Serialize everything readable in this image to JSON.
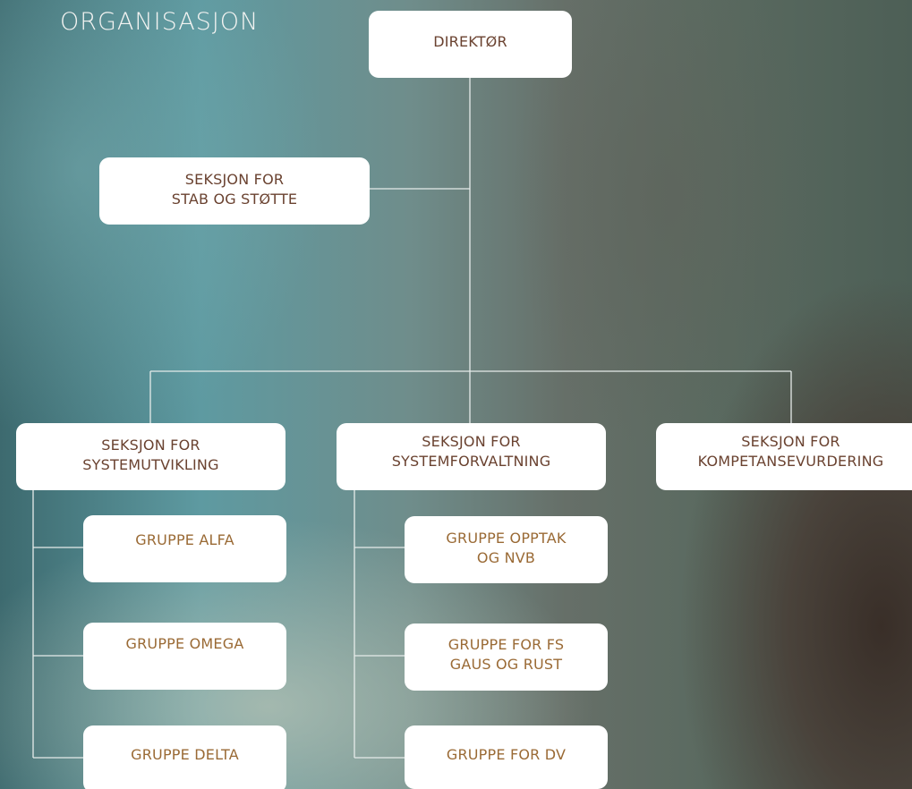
{
  "title": "ORGANISASJON",
  "nodes": {
    "direktor": [
      "DIREKTØR"
    ],
    "stab": [
      "SEKSJON FOR",
      "STAB OG STØTTE"
    ],
    "systemutvikling": [
      "SEKSJON FOR",
      "SYSTEMUTVIKLING"
    ],
    "systemforvaltning": [
      "SEKSJON FOR",
      "SYSTEMFORVALTNING"
    ],
    "kompetanse": [
      "SEKSJON FOR",
      "KOMPETANSEVURDERING"
    ],
    "alfa": [
      "GRUPPE ALFA"
    ],
    "omega": [
      "GRUPPE OMEGA"
    ],
    "delta": [
      "GRUPPE DELTA"
    ],
    "opptak": [
      "GRUPPE OPPTAK",
      "OG NVB"
    ],
    "fs": [
      "GRUPPE FOR FS",
      "GAUS OG RUST"
    ],
    "dv": [
      "GRUPPE FOR DV"
    ]
  },
  "colors": {
    "box_fill": "#ffffff",
    "main_text": "#6a4230",
    "group_text": "#9a6a35",
    "connector": "#e6ecea"
  }
}
